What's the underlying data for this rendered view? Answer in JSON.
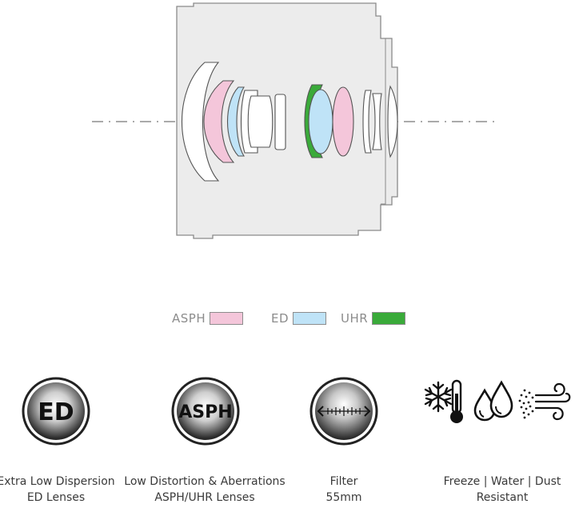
{
  "legend": {
    "items": [
      {
        "label": "ASPH",
        "color": "#f4c6da"
      },
      {
        "label": "ED",
        "color": "#bfe3f7"
      },
      {
        "label": "UHR",
        "color": "#3aaa3a"
      }
    ]
  },
  "badges": {
    "ed": "ED",
    "asph": "ASPH"
  },
  "features": [
    {
      "line1": "Extra Low Dispersion",
      "line2": "ED Lenses"
    },
    {
      "line1": "Low Distortion & Aberrations",
      "line2": "ASPH/UHR Lenses"
    },
    {
      "line1": "Filter",
      "line2": "55mm"
    },
    {
      "line1": "Freeze | Water | Dust",
      "line2": "Resistant"
    }
  ],
  "colors": {
    "barrel_fill": "#ececec",
    "barrel_stroke": "#8a8a8a",
    "asph": "#f4c6da",
    "ed": "#bfe3f7",
    "uhr": "#3aaa3a"
  }
}
